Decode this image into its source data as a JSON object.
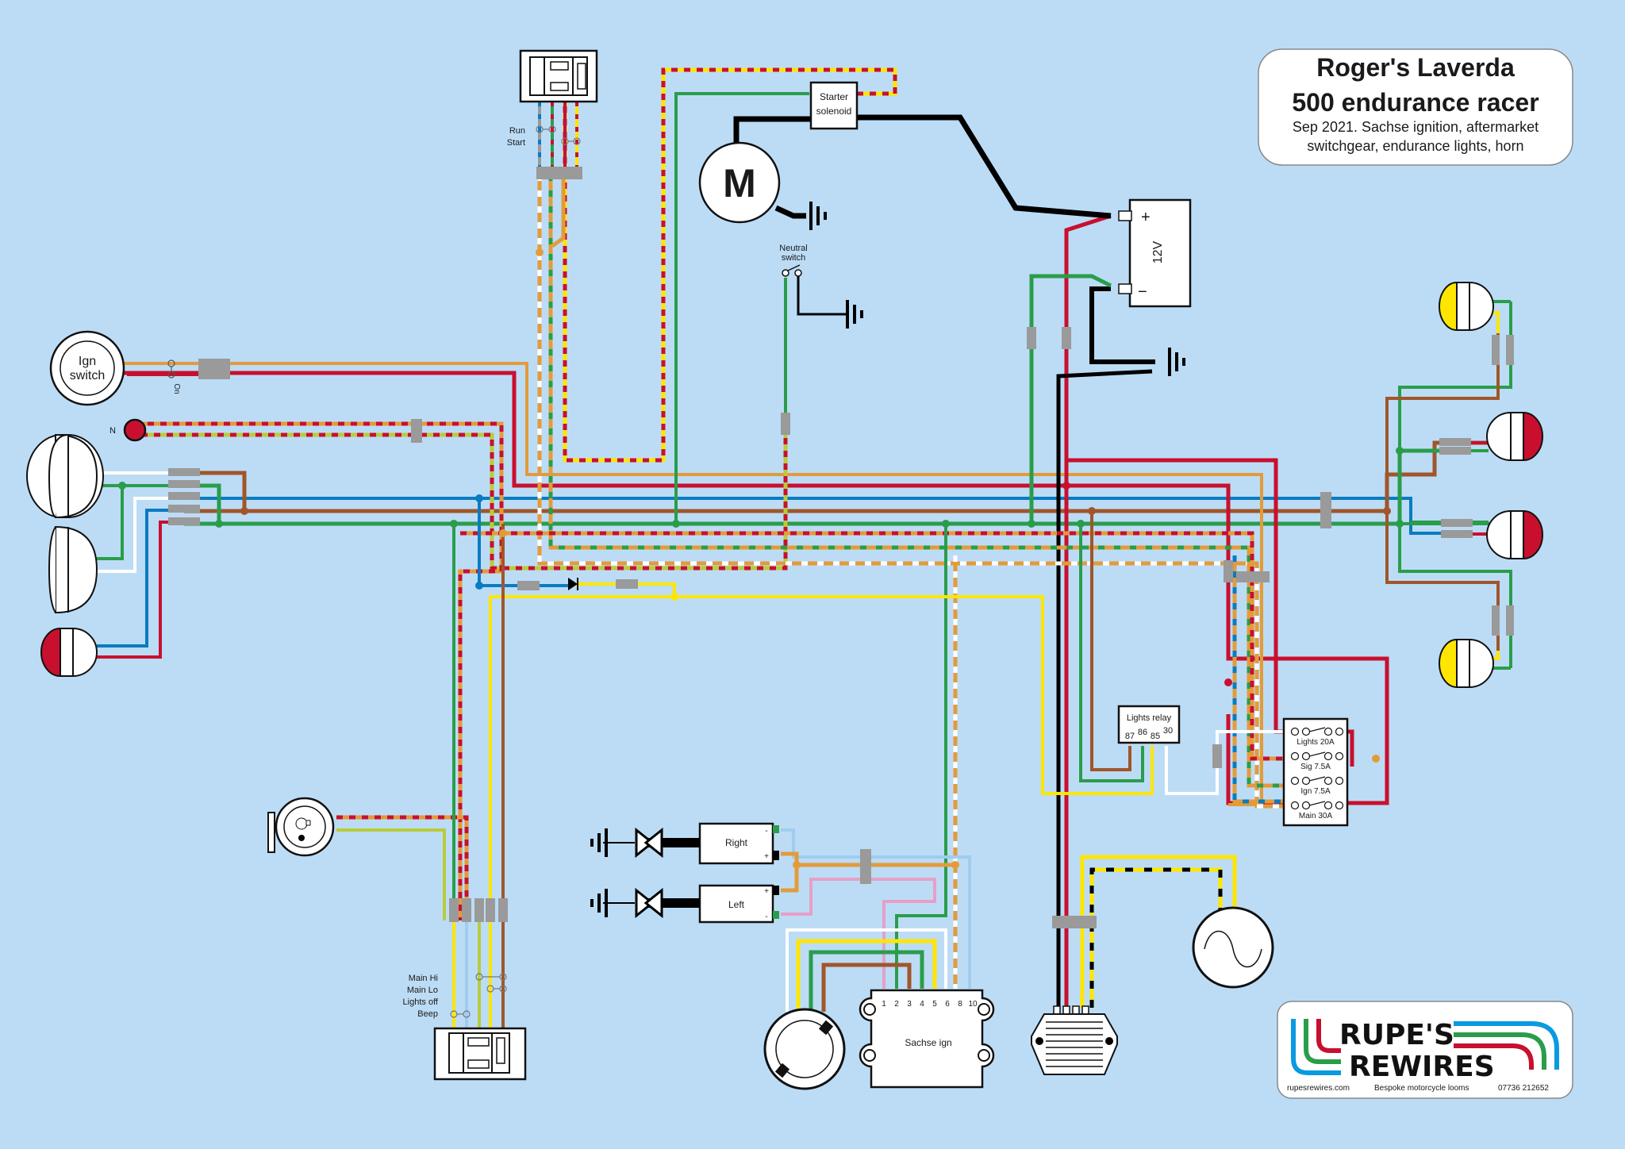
{
  "title": {
    "line1": "Roger's Laverda",
    "line2": "500 endurance racer",
    "line3": "Sep 2021. Sachse ignition, aftermarket",
    "line4": "switchgear, endurance lights, horn"
  },
  "colors": {
    "background": "#bcdcf6",
    "red": "#c8102e",
    "orange": "#e39b3a",
    "green": "#2a9d4a",
    "blue": "#0a7bc1",
    "brown": "#a0562a",
    "yellow": "#ffe600",
    "light_green": "#b7cc3a",
    "light_blue": "#9fcdee",
    "white": "#ffffff",
    "pink": "#e6a0c8",
    "grey": "#9a9a9a",
    "black": "#000000"
  },
  "components": {
    "starter_motor": {
      "label": "M"
    },
    "starter_solenoid": {
      "line1": "Starter",
      "line2": "solenoid"
    },
    "battery": {
      "label": "12V",
      "plus": "+",
      "minus": "−"
    },
    "neutral_switch": {
      "line1": "Neutral",
      "line2": "switch"
    },
    "ign_switch": {
      "line1": "Ign",
      "line2": "switch",
      "position_label": "On"
    },
    "neutral_light": {
      "label": "N"
    },
    "right_switchgear": {
      "run_label": "Run",
      "start_label": "Start"
    },
    "left_switchgear": {
      "labels": [
        "Main Hi",
        "Main Lo",
        "Lights off",
        "Beep"
      ]
    },
    "lights_relay": {
      "label": "Lights relay",
      "pins": [
        "87",
        "86",
        "85",
        "30"
      ]
    },
    "fuse_box": {
      "fuses": [
        "Lights 20A",
        "Sig 7.5A",
        "Ign 7.5A",
        "Main 30A"
      ]
    },
    "coil_right": {
      "label": "Right",
      "plus": "+",
      "minus": "-"
    },
    "coil_left": {
      "label": "Left",
      "plus": "+",
      "minus": "-"
    },
    "sachse_ign": {
      "label": "Sachse ign",
      "pins": [
        "1",
        "2",
        "3",
        "4",
        "5",
        "6",
        "8",
        "10"
      ]
    }
  },
  "logo": {
    "line1": "RUPE'S",
    "line2": "REWIRES",
    "website": "rupesrewires.com",
    "tagline": "Bespoke motorcycle looms",
    "phone": "07736 212652"
  }
}
